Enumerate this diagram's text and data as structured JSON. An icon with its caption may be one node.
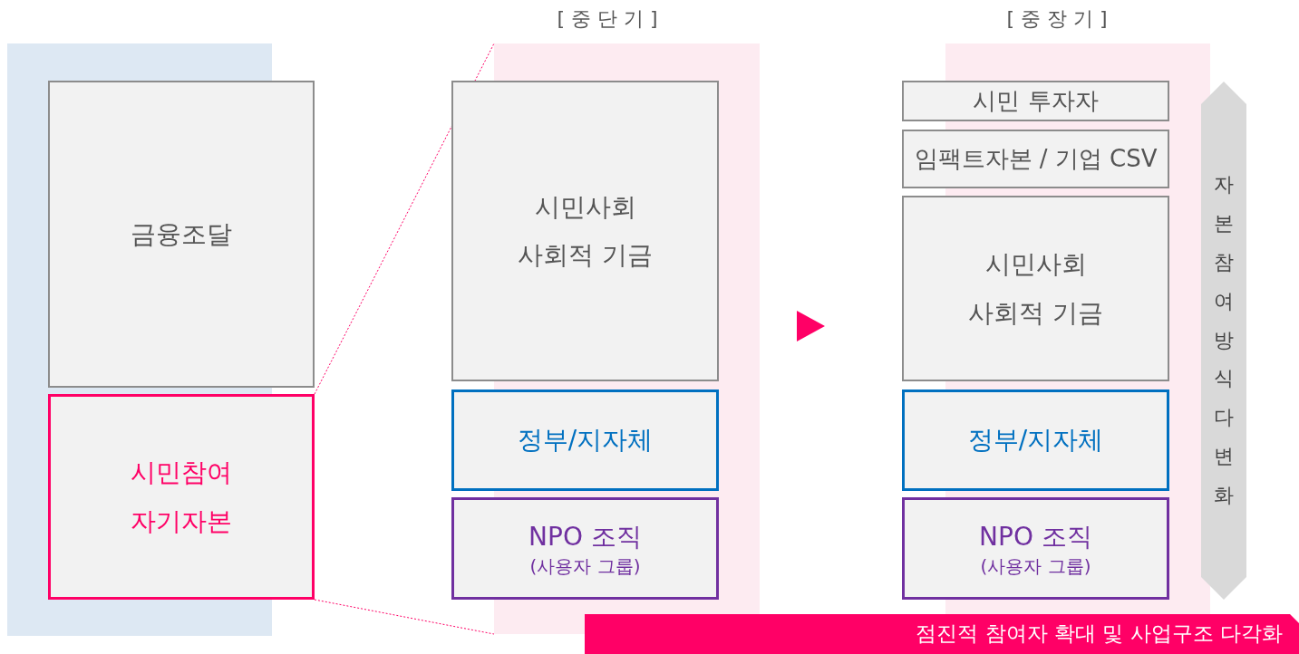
{
  "diagram": {
    "nodes": [
      {
        "text": [
          "금융조달"
        ]
      },
      {
        "text": [
          "시민참여 자기자본"
        ]
      },
      {
        "text": [
          "시민사회 사회적 기금"
        ]
      },
      {
        "text": [
          "정부/지자체"
        ]
      },
      {
        "text": [
          "NPO 조직",
          "(사용자 그룹)"
        ]
      },
      {
        "text": [
          "시민 투자자"
        ]
      },
      {
        "text": [
          "임팩트자본 / 기업 CSV"
        ]
      },
      {
        "text": [
          "시민사회 사회적 기금"
        ]
      },
      {
        "text": [
          "정부/지자체"
        ]
      },
      {
        "text": [
          "NPO 조직",
          "(사용자 그룹)"
        ]
      },
      {
        "text": [
          "자본참여 방식 다변화"
        ]
      },
      {
        "text": [
          "점진적 참여자 확대 및 사업구조 다각화"
        ]
      }
    ],
    "edges": [
      {
        "from": 1,
        "to": null,
        "arrow": "none",
        "style": "dashed"
      },
      {
        "from": 1,
        "to": null,
        "arrow": "none",
        "style": "dashed"
      }
    ],
    "labels": [
      "[ 중 단 기 ]",
      "[ 중 장 기 ]"
    ]
  }
}
